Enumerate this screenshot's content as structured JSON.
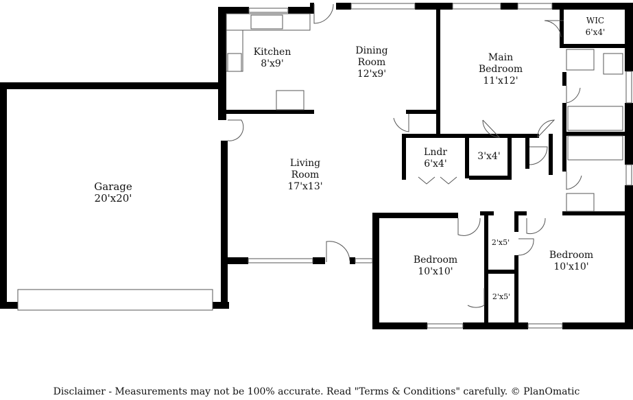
{
  "rooms": {
    "kitchen": {
      "name": "Kitchen",
      "size": "8'x9'"
    },
    "dining": {
      "name1": "Dining",
      "name2": "Room",
      "size": "12'x9'"
    },
    "main_bedroom": {
      "name1": "Main",
      "name2": "Bedroom",
      "size": "11'x12'"
    },
    "wic": {
      "name": "WIC",
      "size": "6'x4'"
    },
    "garage": {
      "name": "Garage",
      "size": "20'x20'"
    },
    "living": {
      "name1": "Living",
      "name2": "Room",
      "size": "17'x13'"
    },
    "laundry": {
      "name": "Lndr",
      "size": "6'x4'"
    },
    "closet_small": {
      "size": "3'x4'"
    },
    "bedroom_left": {
      "name": "Bedroom",
      "size": "10'x10'"
    },
    "bedroom_right": {
      "name": "Bedroom",
      "size": "10'x10'"
    },
    "closet_upper": {
      "size": "2'x5'"
    },
    "closet_lower": {
      "size": "2'x5'"
    }
  },
  "footer": {
    "disclaimer": "Disclaimer - Measurements may not be 100% accurate. Read \"Terms & Conditions\" carefully. © PlanOmatic"
  },
  "colors": {
    "wall": "#000000",
    "fixture": "#555555",
    "background": "#ffffff"
  }
}
